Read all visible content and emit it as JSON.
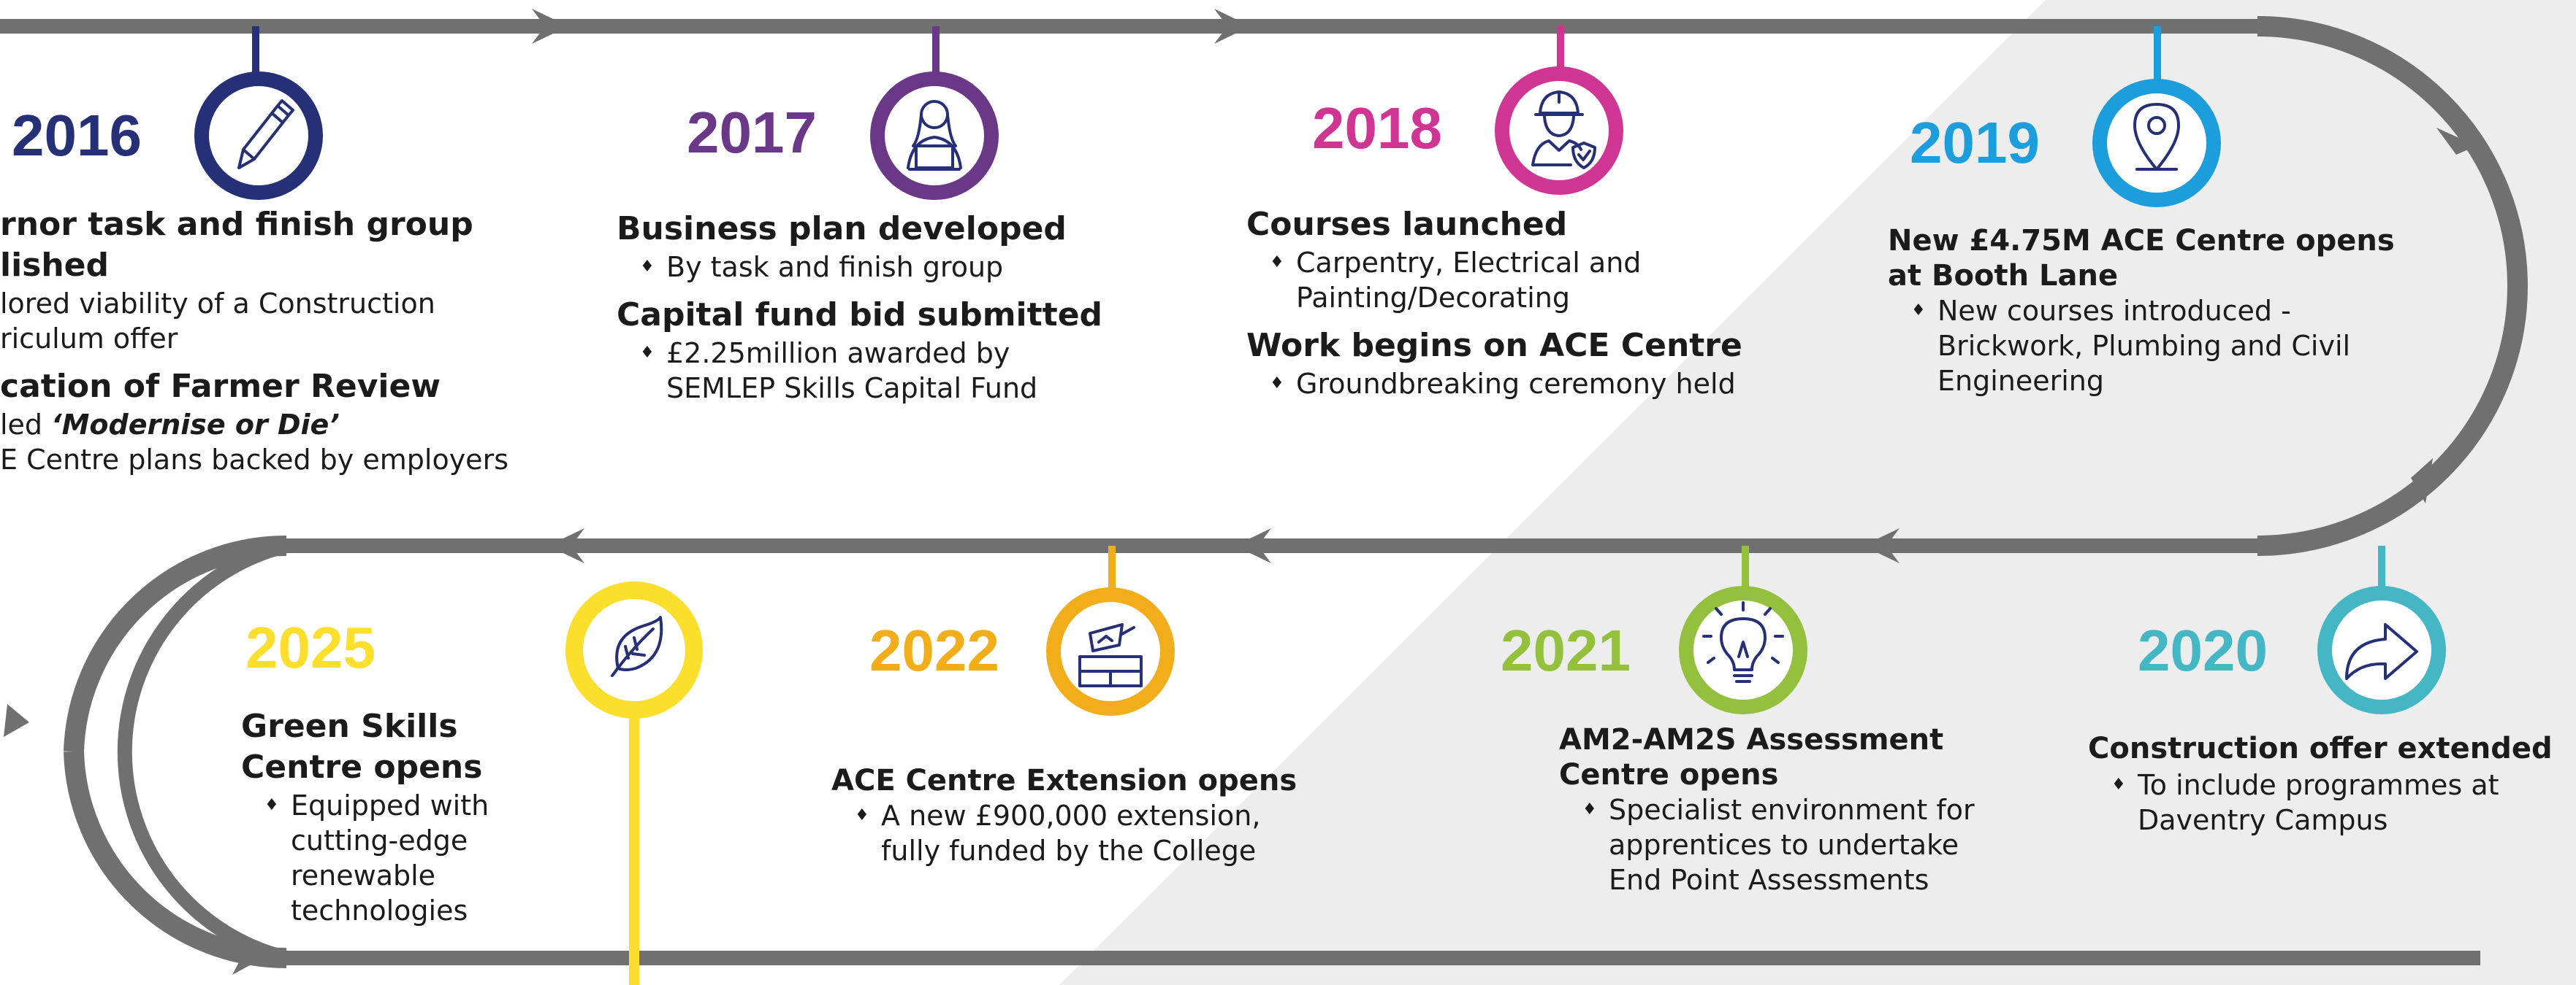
{
  "milestones": {
    "m2016": {
      "year": "2016",
      "heading_1": "rnor task and finish group",
      "heading_2": "lished",
      "body_1": "lored viability of a Construction",
      "body_2": "riculum offer",
      "heading_3": "cation of Farmer Review",
      "body_3_prefix": "led ",
      "body_3_title": "‘Modernise or Die’",
      "body_4": "E Centre plans backed by employers",
      "icon": "pencil-icon",
      "color": "#263077"
    },
    "m2017": {
      "year": "2017",
      "heading_1": "Business plan developed",
      "bullet_1": "By task and finish group",
      "heading_2": "Capital fund bid submitted",
      "bullet_2_line1": "£2.25million awarded by",
      "bullet_2_line2": "SEMLEP Skills Capital Fund",
      "icon": "person-laptop-icon",
      "color": "#6b3787"
    },
    "m2018": {
      "year": "2018",
      "heading_1": "Courses launched",
      "bullet_1_line1": "Carpentry, Electrical and",
      "bullet_1_line2": "Painting/Decorating",
      "heading_2": "Work begins on ACE Centre",
      "bullet_2": "Groundbreaking ceremony held",
      "icon": "construction-worker-icon",
      "color": "#cf3592"
    },
    "m2019": {
      "year": "2019",
      "heading_line1": "New £4.75M ACE Centre opens",
      "heading_line2": "at Booth Lane",
      "bullet_line1": "New courses introduced -",
      "bullet_line2": "Brickwork, Plumbing and Civil",
      "bullet_line3": "Engineering",
      "icon": "location-pin-icon",
      "color": "#1c9edc"
    },
    "m2020": {
      "year": "2020",
      "heading": "Construction offer extended",
      "bullet_line1": "To include programmes at",
      "bullet_line2": "Daventry Campus",
      "icon": "share-arrow-icon",
      "color": "#44b6c4"
    },
    "m2021": {
      "year": "2021",
      "heading_line1": "AM2-AM2S Assessment",
      "heading_line2": "Centre opens",
      "bullet_line1": "Specialist environment for",
      "bullet_line2": "apprentices to undertake",
      "bullet_line3": "End Point Assessments",
      "icon": "lightbulb-icon",
      "color": "#93c13d"
    },
    "m2022": {
      "year": "2022",
      "heading": "ACE Centre Extension opens",
      "bullet_line1": "A new £900,000 extension,",
      "bullet_line2": "fully funded by the College",
      "icon": "bricks-trowel-icon",
      "color": "#f2ad1a"
    },
    "m2025": {
      "year": "2025",
      "heading_line1": "Green Skills",
      "heading_line2": "Centre opens",
      "bullet_line1": "Equipped with",
      "bullet_line2": "cutting-edge",
      "bullet_line3": "renewable",
      "bullet_line4": "technologies",
      "icon": "leaf-icon",
      "color": "#fbdf2c"
    }
  },
  "colors": {
    "track": "#707070",
    "background_shade": "#ededed",
    "text": "#1b1b1b",
    "icon_ink": "#263077"
  }
}
